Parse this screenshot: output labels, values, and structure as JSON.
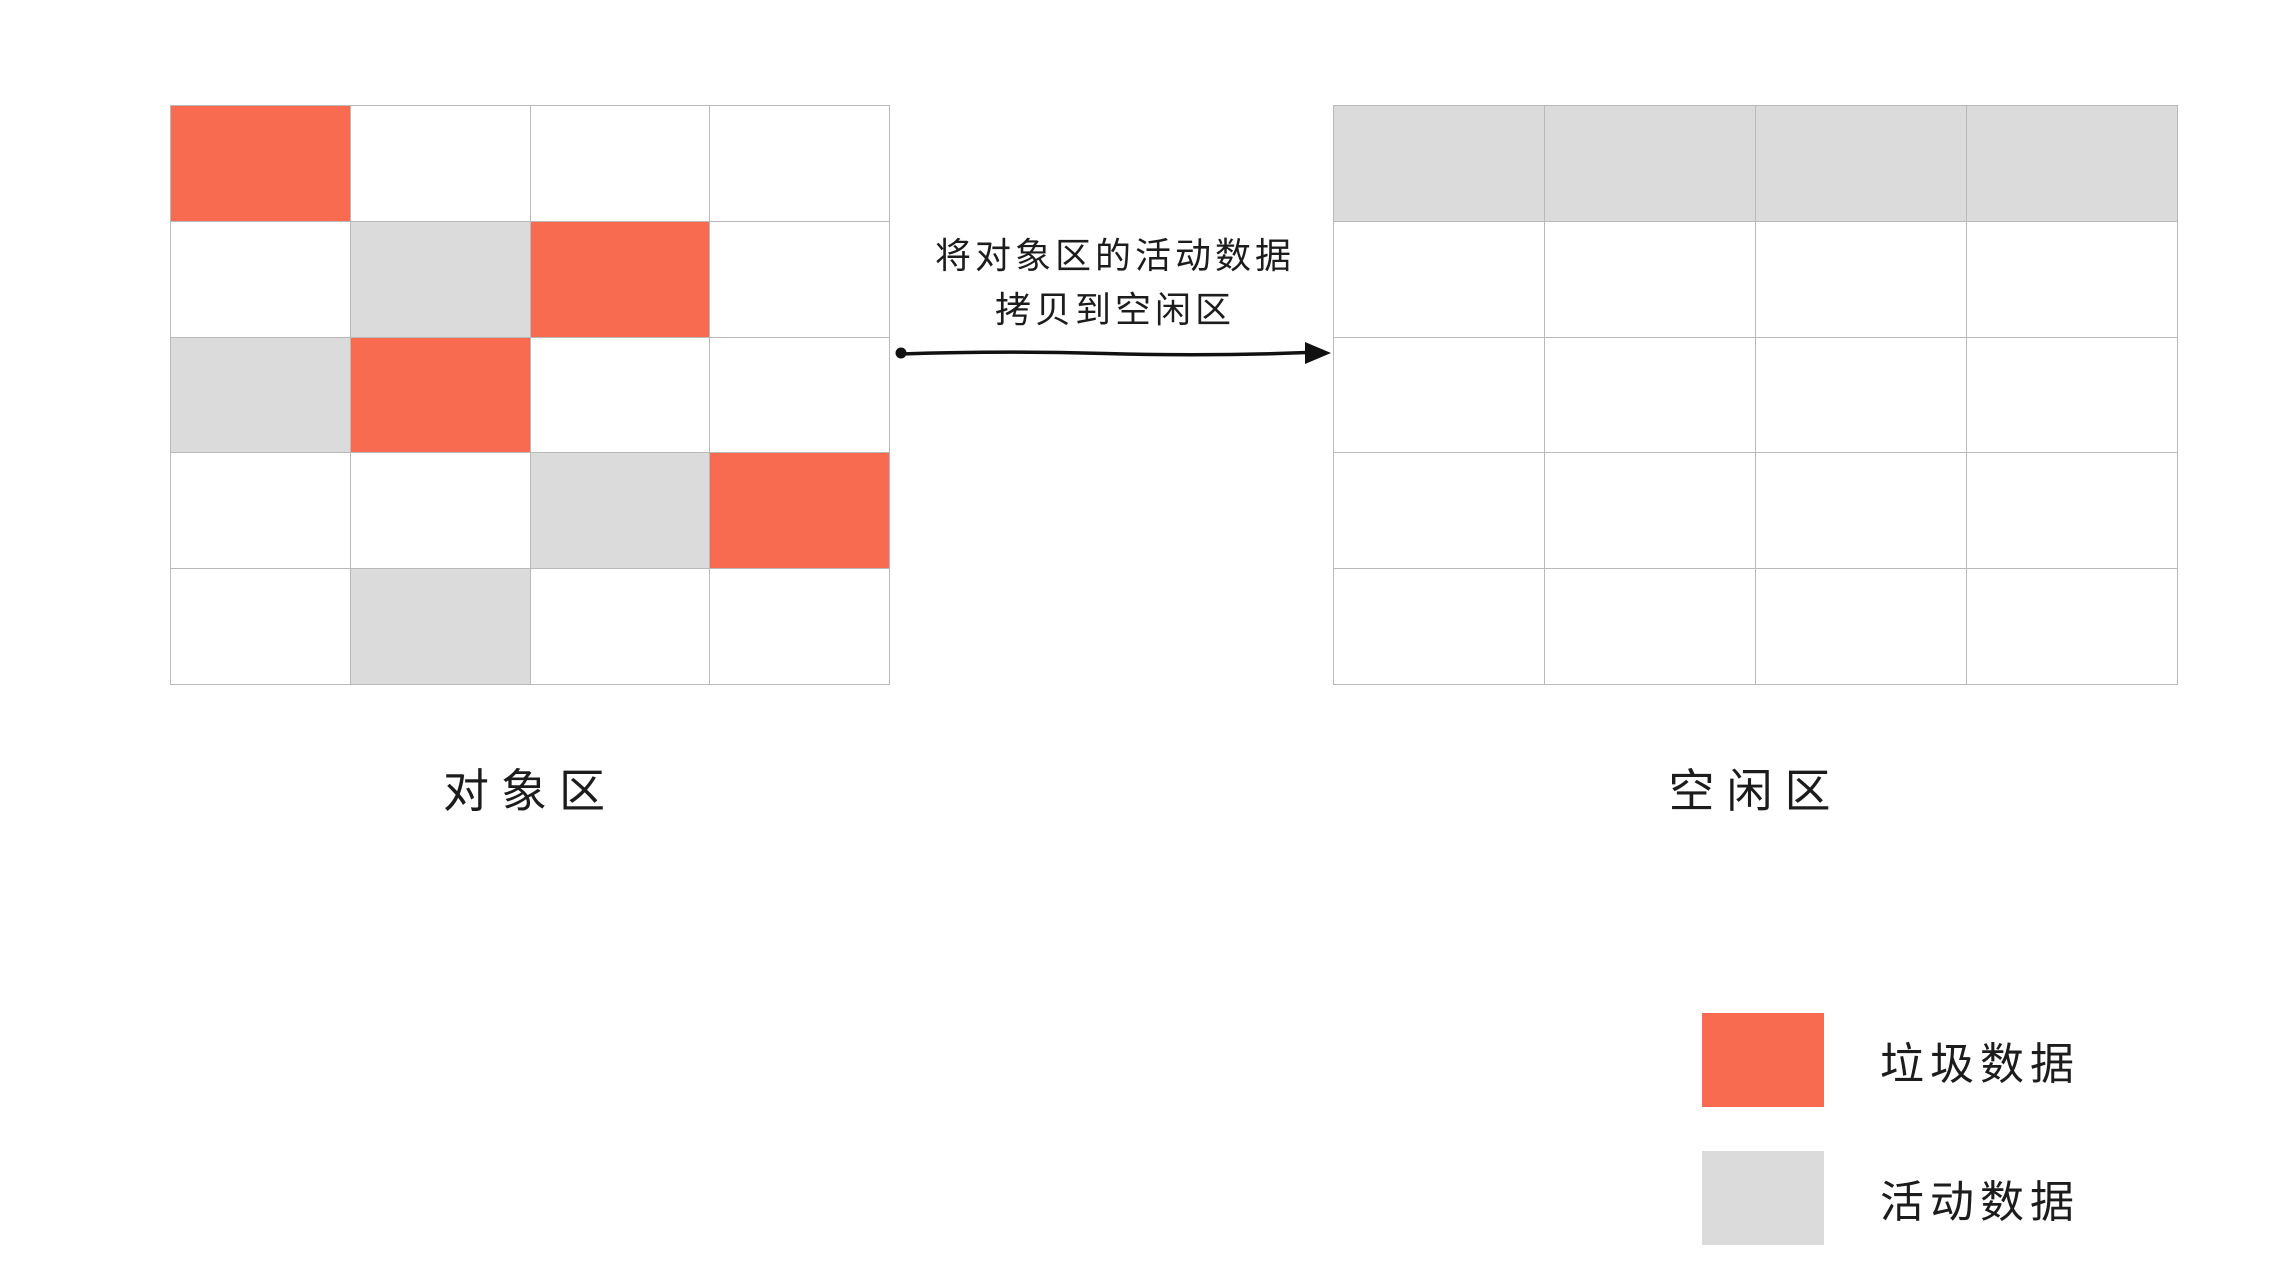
{
  "colors": {
    "garbage": "#F96B51",
    "active": "#DBDBDB",
    "grid_border": "#B9B9B9",
    "background": "#FFFFFF",
    "text": "#1C1C1C",
    "arrow": "#111111"
  },
  "object_area": {
    "label": "对象区",
    "rows": 5,
    "cols": 4,
    "cells": [
      [
        "garbage",
        "empty",
        "empty",
        "empty"
      ],
      [
        "empty",
        "active",
        "garbage",
        "empty"
      ],
      [
        "active",
        "garbage",
        "empty",
        "empty"
      ],
      [
        "empty",
        "empty",
        "active",
        "garbage"
      ],
      [
        "empty",
        "active",
        "empty",
        "empty"
      ]
    ]
  },
  "free_area": {
    "label": "空闲区",
    "rows": 5,
    "cols": 4,
    "cells": [
      [
        "active",
        "active",
        "active",
        "active"
      ],
      [
        "empty",
        "empty",
        "empty",
        "empty"
      ],
      [
        "empty",
        "empty",
        "empty",
        "empty"
      ],
      [
        "empty",
        "empty",
        "empty",
        "empty"
      ],
      [
        "empty",
        "empty",
        "empty",
        "empty"
      ]
    ]
  },
  "arrow": {
    "caption_line1": "将对象区的活动数据",
    "caption_line2": "拷贝到空闲区"
  },
  "legend": {
    "items": [
      {
        "type": "garbage",
        "label": "垃圾数据"
      },
      {
        "type": "active",
        "label": "活动数据"
      }
    ]
  }
}
